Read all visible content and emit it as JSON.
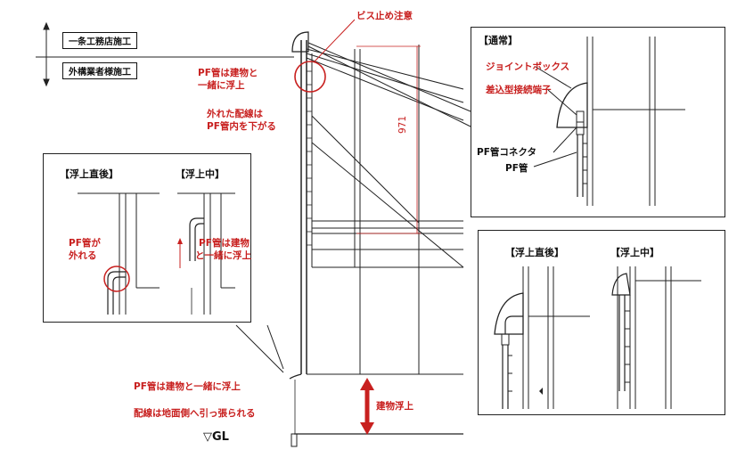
{
  "top_left": {
    "ichijo_label": "一条工務店施工",
    "exterior_label": "外構業者様施工"
  },
  "callouts": {
    "screw_warning": "ビス止め注意",
    "pf_lift_1": "PF管は建物と",
    "pf_lift_2": "一緒に浮上",
    "wire_out_1": "外れた配線は",
    "wire_out_2": "PF管内を下がる",
    "dimension": "971",
    "pf_lift_bottom": "PF管は建物と一緒に浮上",
    "wire_pulled": "配線は地面側へ引っ張られる",
    "building_lift": "建物浮上",
    "ground": "▽GL"
  },
  "panel_normal": {
    "title": "【通常】",
    "joint_box": "ジョイントボックス",
    "terminal": "差込型接続端子",
    "connector": "PF管コネクタ",
    "pf_pipe": "PF管"
  },
  "panel_left": {
    "title_after": "【浮上直後】",
    "title_during": "【浮上中】",
    "detach_1": "PF管が",
    "detach_2": "外れる",
    "lift_1": "PF管は建物",
    "lift_2": "と一緒に浮上"
  },
  "panel_right": {
    "title_after": "【浮上直後】",
    "title_during": "【浮上中】"
  },
  "colors": {
    "accent_red": "#c8201f",
    "line": "#222222"
  }
}
